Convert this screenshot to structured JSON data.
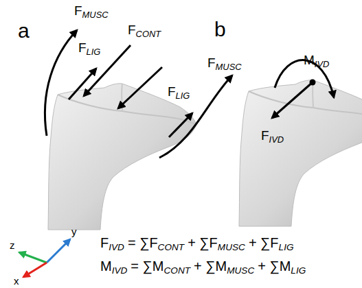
{
  "diagram": {
    "labels": [
      "a",
      "b",
      "F",
      "MUSC",
      "F",
      "LIG",
      "F",
      "CONT",
      "F",
      "MUSC",
      "F",
      "LIG",
      "M",
      "IVD",
      "F",
      "IVD",
      "z",
      "y",
      "x",
      "F",
      "IVD",
      "= ∑F",
      "CONT",
      "+ ∑F",
      "MUSC",
      "+ ∑F",
      "LIG",
      "M",
      "IVD",
      "= ∑M",
      "CONT",
      "+ ∑M",
      "MUSC",
      "+ ∑M",
      "LIG"
    ]
  }
}
